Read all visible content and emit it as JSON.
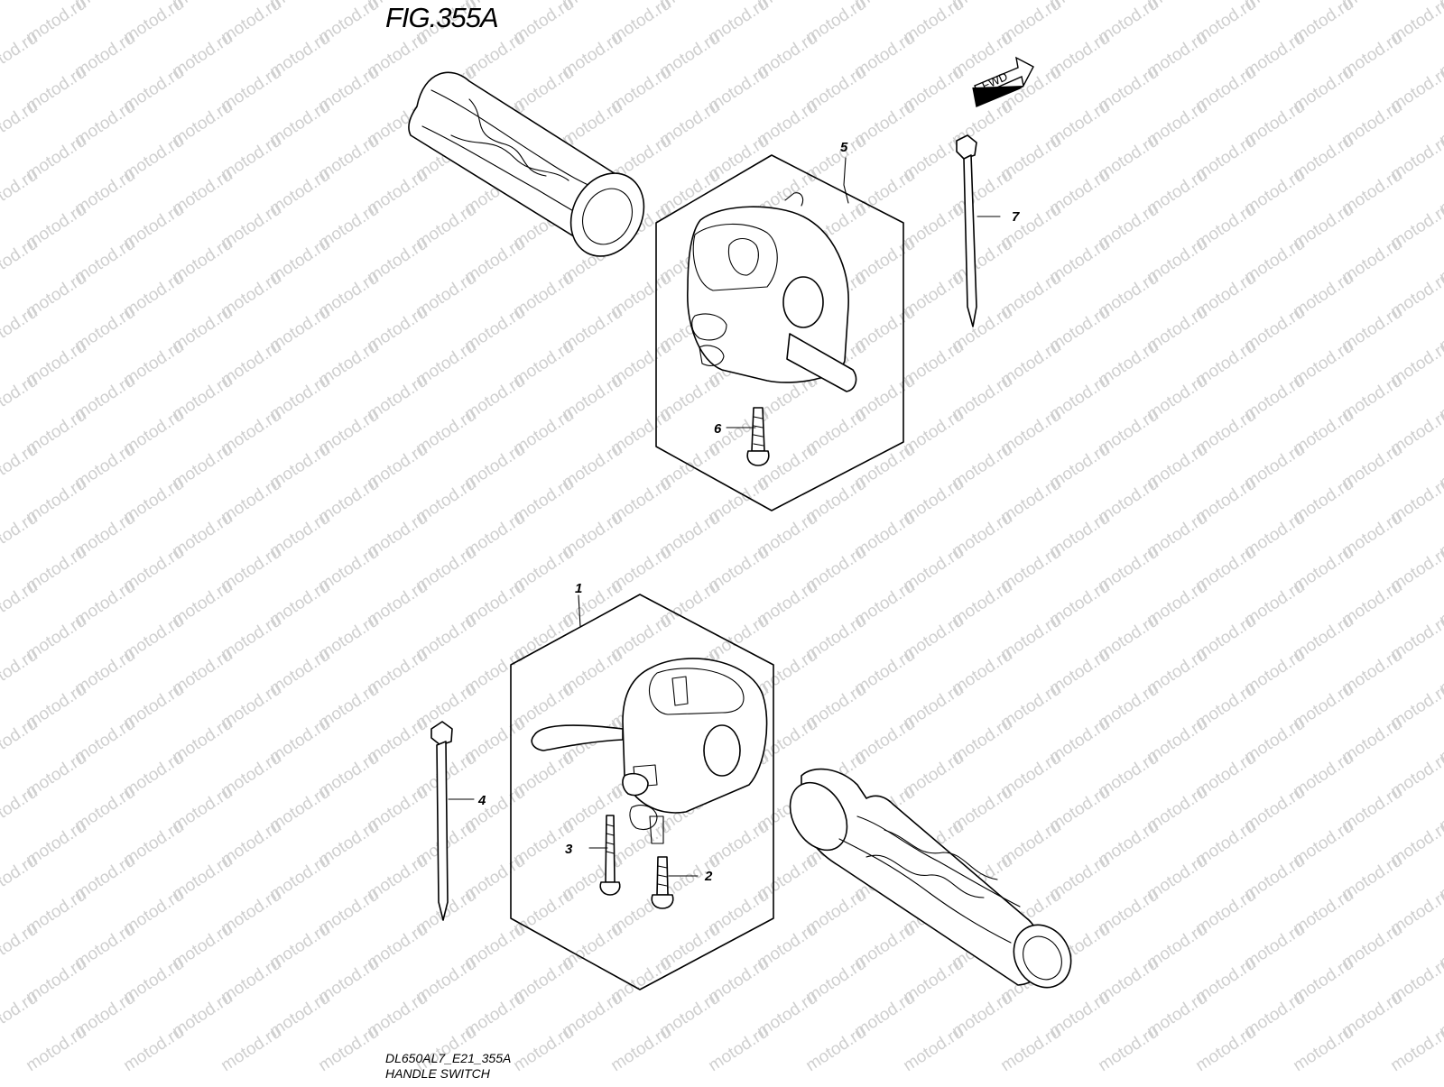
{
  "figure": {
    "title": "FIG.355A",
    "code": "DL650AL7_E21_355A",
    "name": "HANDLE SWITCH",
    "direction_label": "FWD",
    "watermark": "motod.ru"
  },
  "callouts": [
    {
      "id": "1"
    },
    {
      "id": "2"
    },
    {
      "id": "3"
    },
    {
      "id": "4"
    },
    {
      "id": "5"
    },
    {
      "id": "6"
    },
    {
      "id": "7"
    }
  ]
}
